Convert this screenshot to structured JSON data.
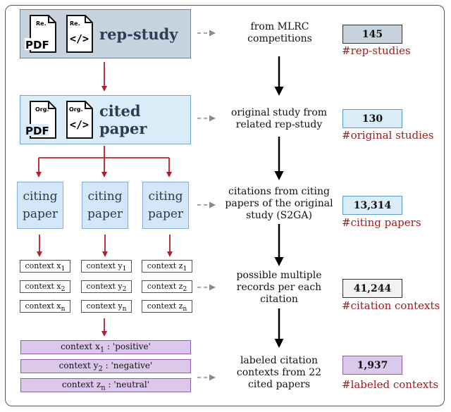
{
  "rep_study": {
    "label": "rep-study",
    "pdf_tag": "Re.",
    "code_tag": "Re.",
    "pdf_text": "PDF",
    "code_text": "</>"
  },
  "cited_paper": {
    "label": "cited paper",
    "pdf_tag": "Org.",
    "code_tag": "Org.",
    "pdf_text": "PDF",
    "code_text": "</>"
  },
  "citing_papers": [
    "citing\npaper",
    "citing\npaper",
    "citing\npaper"
  ],
  "contexts": {
    "col1": [
      "context x",
      "context x",
      "context x"
    ],
    "col2": [
      "context y",
      "context y",
      "context y"
    ],
    "col3": [
      "context z",
      "context z",
      "context z"
    ],
    "subs": [
      "1",
      "2",
      "n"
    ]
  },
  "labeled": [
    {
      "text": "context x",
      "sub": "1",
      "label": " : 'positive'"
    },
    {
      "text": "context y",
      "sub": "2",
      "label": " : 'negative'"
    },
    {
      "text": "context z",
      "sub": "n",
      "label": " : 'neutral'"
    }
  ],
  "descriptions": {
    "d1": "from MLRC\ncompetitions",
    "d2": "original study from\nrelated rep-study",
    "d3": "citations from citing\npapers of the original\nstudy (S2GA)",
    "d4": "possible multiple\nrecords per each\ncitation",
    "d5": "labeled citation\ncontexts from 22\ncited papers"
  },
  "stats": [
    {
      "value": "145",
      "label": "#rep-studies"
    },
    {
      "value": "130",
      "label": "#original studies"
    },
    {
      "value": "13,314",
      "label": "#citing papers"
    },
    {
      "value": "41,244",
      "label": "#citation contexts"
    },
    {
      "value": "1,937",
      "label": "#labeled contexts"
    }
  ],
  "colors": {
    "red_arrow": "#b0202a",
    "gray_arrow": "#8a8a8a",
    "stat_label": "#a01c1c"
  }
}
